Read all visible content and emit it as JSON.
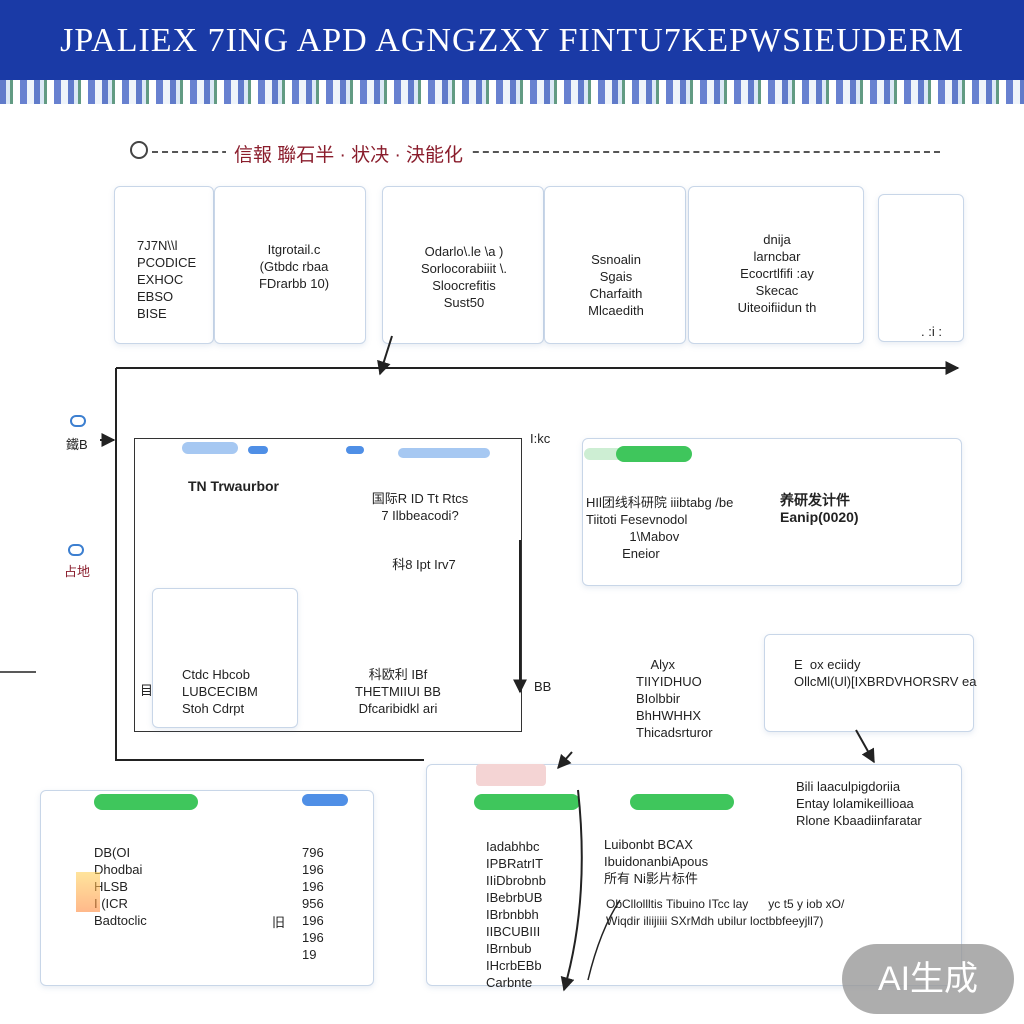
{
  "header": {
    "title": "JPALIEX 7ING APD AGNGZXY FINTU7KEPWSIEUDERM",
    "subtitle": "信報  聯石半 · 状决  · 決能化"
  },
  "top_cards": [
    {
      "lines": "7J7N\\\\l\nPCODICE\nEXHOC\nEBSO\nBISE"
    },
    {
      "lines": "Itgrotail.c\n(Gtbdc rbaa\nFDrarbb 10)"
    },
    {
      "lines": "Odarlo\\.le \\a )\nSorlocorabiiit \\.\nSloocrefitis\nSust50"
    },
    {
      "lines": "Ssnoalin\nSgais\nCharfaith\nMlcaedith"
    },
    {
      "lines": "dnija\nlarncbar\nEcocrtlfifi :ay\nSkecac\nUiteoifiidun th"
    },
    {
      "lines": ". :i :"
    }
  ],
  "left_labels": [
    {
      "text": "鐵B"
    },
    {
      "text": "占地"
    },
    {
      "text": "目B"
    },
    {
      "text": "BB"
    }
  ],
  "middle_left": {
    "heading": "TN Trwaurbor",
    "right_lines": "国际R ID Tt Rtcs\n7 Ilbbeacodi?",
    "right_foot": "科8 Ipt Irv7",
    "bottom_left": "Ctdc Hbcob\nLUBCECIBM\nStoh Cdrpt",
    "bottom_right": "科欧利 IBf\nTHETMIIUI BB\nDfcaribidkl ari",
    "mini_icon": "[Ic"
  },
  "middle_right": {
    "corner": "I:kc",
    "col1": "HIl团线科研院 iiibtabg /be\nTiitoti Fesevnodol \n            1\\Mabov\n          Eneior",
    "col2": "养研发计件\nEanip(0020)",
    "lower_left": "    Alyx\nTIIYIDHUO\nBIolbbir\nBhHWHHX\nThicadsrturor",
    "lower_right": "E  ox eciidy\nOllcMl(Ul)[IXBRDVHORSRV ea"
  },
  "bottom_cards": {
    "left_lines": "DB(OI\nDhodbai\nHLSB\nI (ICR\nBadtoclic",
    "left_nums": "796\n196\n196\n956\n196\n196\n19",
    "left_mini": "旧",
    "center_col": "Iadabhbc\nIPBRatrIT\nIIiDbrobnb\nIBebrbUB\nIBrbnbbh\nIIBCUBIII\nIBrnbub\nIHcrbEBb\nCarbnte",
    "center_right_top": "Luibonbt BCAX\nIbuidonanbiApous\n所有 Ni影片标件\n",
    "center_right_bottom": "ObCllollltis Tibuino ITcc lay      yc t5 y iob xO/   \nWiqdir iliijiiii SXrMdh ubilur loctbbfeeyjll7)",
    "far_right": "Bili laaculpigdoriia \nEntay lolamikeillioaa\nRlone Kbaadiinfaratar"
  },
  "badge": {
    "text": "AI生成"
  },
  "colors": {
    "banner": "#1a3aa6",
    "accent_green": "#3fc65c",
    "accent_blue": "#4f8fe6",
    "subtitle_red": "#8a1d2c"
  }
}
